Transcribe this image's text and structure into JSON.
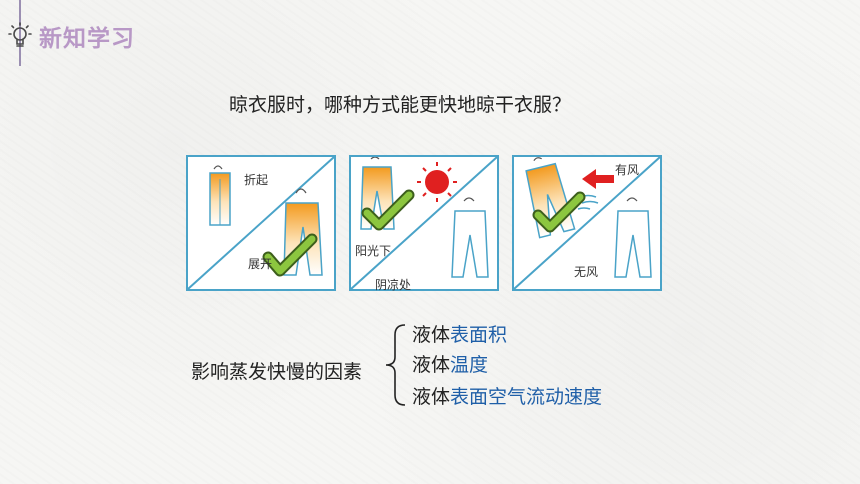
{
  "header": {
    "title": "新知学习",
    "icon": "lightbulb-icon"
  },
  "question": "晾衣服时，哪种方式能更快地晾干衣服？",
  "panels": [
    {
      "labels": [
        "折起",
        "展开"
      ]
    },
    {
      "labels": [
        "阳光下",
        "阴凉处"
      ]
    },
    {
      "labels": [
        "有风",
        "无风"
      ]
    }
  ],
  "factors": {
    "label": "影响蒸发快慢的因素",
    "items": [
      {
        "prefix": "液体",
        "highlight": "表面积"
      },
      {
        "prefix": "液体",
        "highlight": "温度"
      },
      {
        "prefix": "液体",
        "highlight": "表面空气流动速度"
      }
    ]
  },
  "colors": {
    "frame": "#4aa3c8",
    "header": "#b898c6",
    "highlight": "#1f5fa8",
    "check": "#8cc63f",
    "sun": "#e02020"
  }
}
